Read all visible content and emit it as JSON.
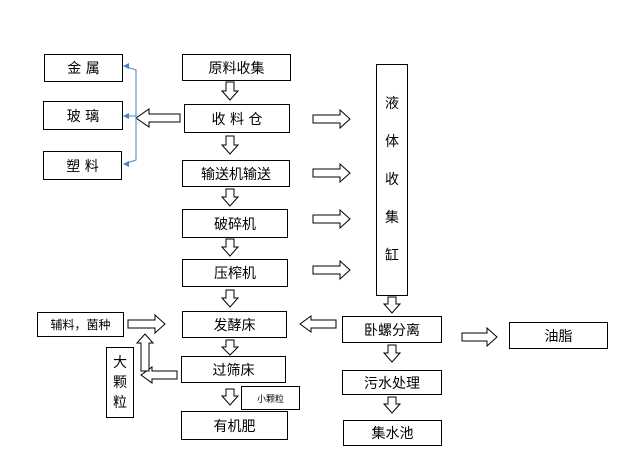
{
  "nodes": {
    "metal": "金 属",
    "glass": "玻 璃",
    "plastic": "塑 料",
    "raw_collect": "原料收集",
    "collect_bin": "收 料 仓",
    "conveyor": "输送机输送",
    "crusher": "破碎机",
    "press": "压榨机",
    "additives": "辅料，菌种",
    "ferment_bed": "发酵床",
    "sieve_bed": "过筛床",
    "small_particles": "小颗粒",
    "organic_fertilizer": "有机肥",
    "large_particles": [
      "大",
      "颗",
      "粒"
    ],
    "liquid_tank": [
      "液",
      "体",
      "收",
      "集",
      "缸"
    ],
    "decanter": "卧螺分离",
    "oil": "油脂",
    "wastewater": "污水处理",
    "sump": "集水池"
  },
  "colors": {
    "line": "#000000",
    "blue_line": "#4f81bd"
  }
}
